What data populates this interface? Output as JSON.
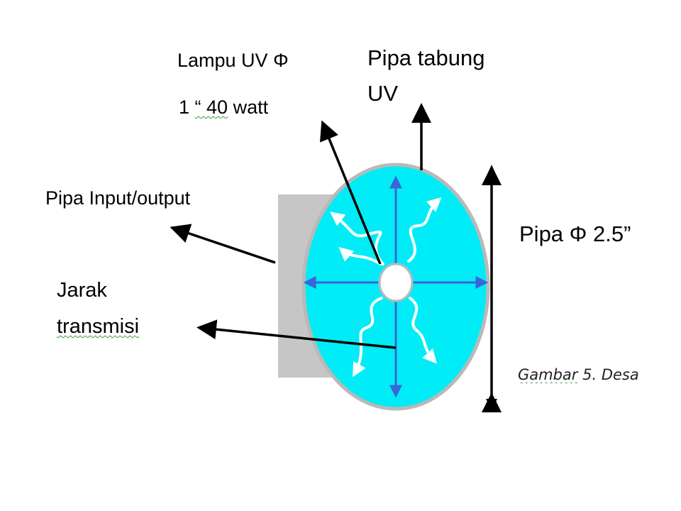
{
  "labels": {
    "lamp_line1": "Lampu UV Φ",
    "lamp_line2_a": "1 ",
    "lamp_line2_b": "“ 40",
    "lamp_line2_c": " watt",
    "tube_line1": "Pipa tabung",
    "tube_line2": "UV",
    "input_output": "Pipa Input/output",
    "distance_line1": "Jarak",
    "distance_line2": "transmisi",
    "pipe_diameter": "Pipa Φ 2.5”",
    "caption_a": "Gambar",
    "caption_b": " 5. Desa"
  },
  "colors": {
    "pipe_fill": "#00ecf6",
    "pipe_rim": "#b9b9b9",
    "back_box": "#c6c6c6",
    "radial_arrows": "#3a66d8",
    "light_arrows": "#ffffff",
    "pointer_arrows": "#000000"
  }
}
